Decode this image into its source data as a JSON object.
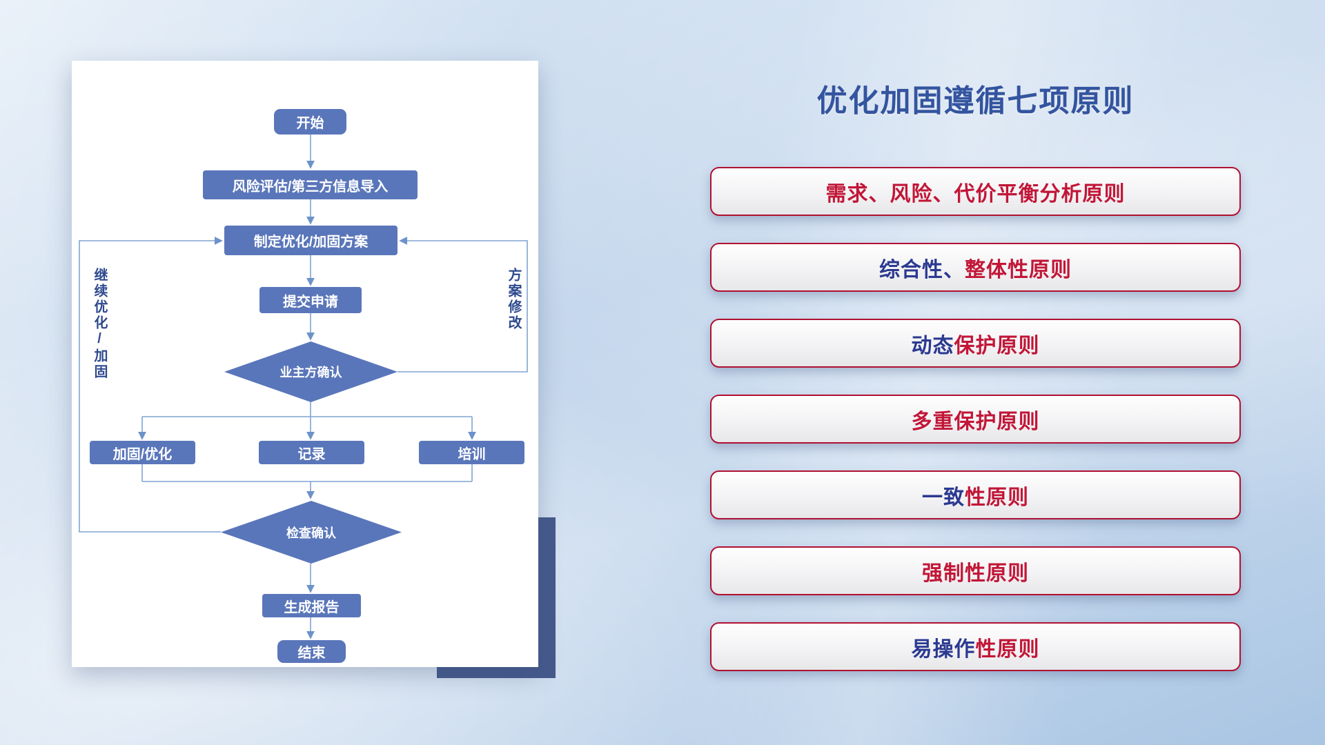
{
  "slide": {
    "title": "优化加固遵循七项原则"
  },
  "flowchart": {
    "nodes": {
      "start": "开始",
      "risk_import": "风险评估/第三方信息导入",
      "make_plan": "制定优化/加固方案",
      "submit": "提交申请",
      "owner_confirm": "业主方确认",
      "reinforce": "加固/优化",
      "record": "记录",
      "training": "培训",
      "check_confirm": "检查确认",
      "report": "生成报告",
      "end": "结束"
    },
    "labels": {
      "left_loop": "继续优化/加固",
      "right_loop": "方案修改"
    }
  },
  "principles": [
    {
      "blue": "",
      "red": "需求、风险、代价平衡分析原则"
    },
    {
      "blue": "综合性、",
      "red": "整体性原则"
    },
    {
      "blue": "动态",
      "red": "保护原则"
    },
    {
      "blue": "",
      "red": "多重保护原则"
    },
    {
      "blue": "一致",
      "red": "性原则"
    },
    {
      "blue": "",
      "red": "强制性原则"
    },
    {
      "blue": "易操作",
      "red": "性原则"
    }
  ],
  "colors": {
    "node_fill": "#5a76ba",
    "connector": "#7fa3d4",
    "arrow": "#6d92c9",
    "loop_label": "#2f4a8f",
    "title_blue": "#33549f",
    "principle_border": "#b01030",
    "principle_text_red": "#c21637",
    "principle_text_blue": "#2b3990",
    "shadow_block": "#45598c"
  }
}
